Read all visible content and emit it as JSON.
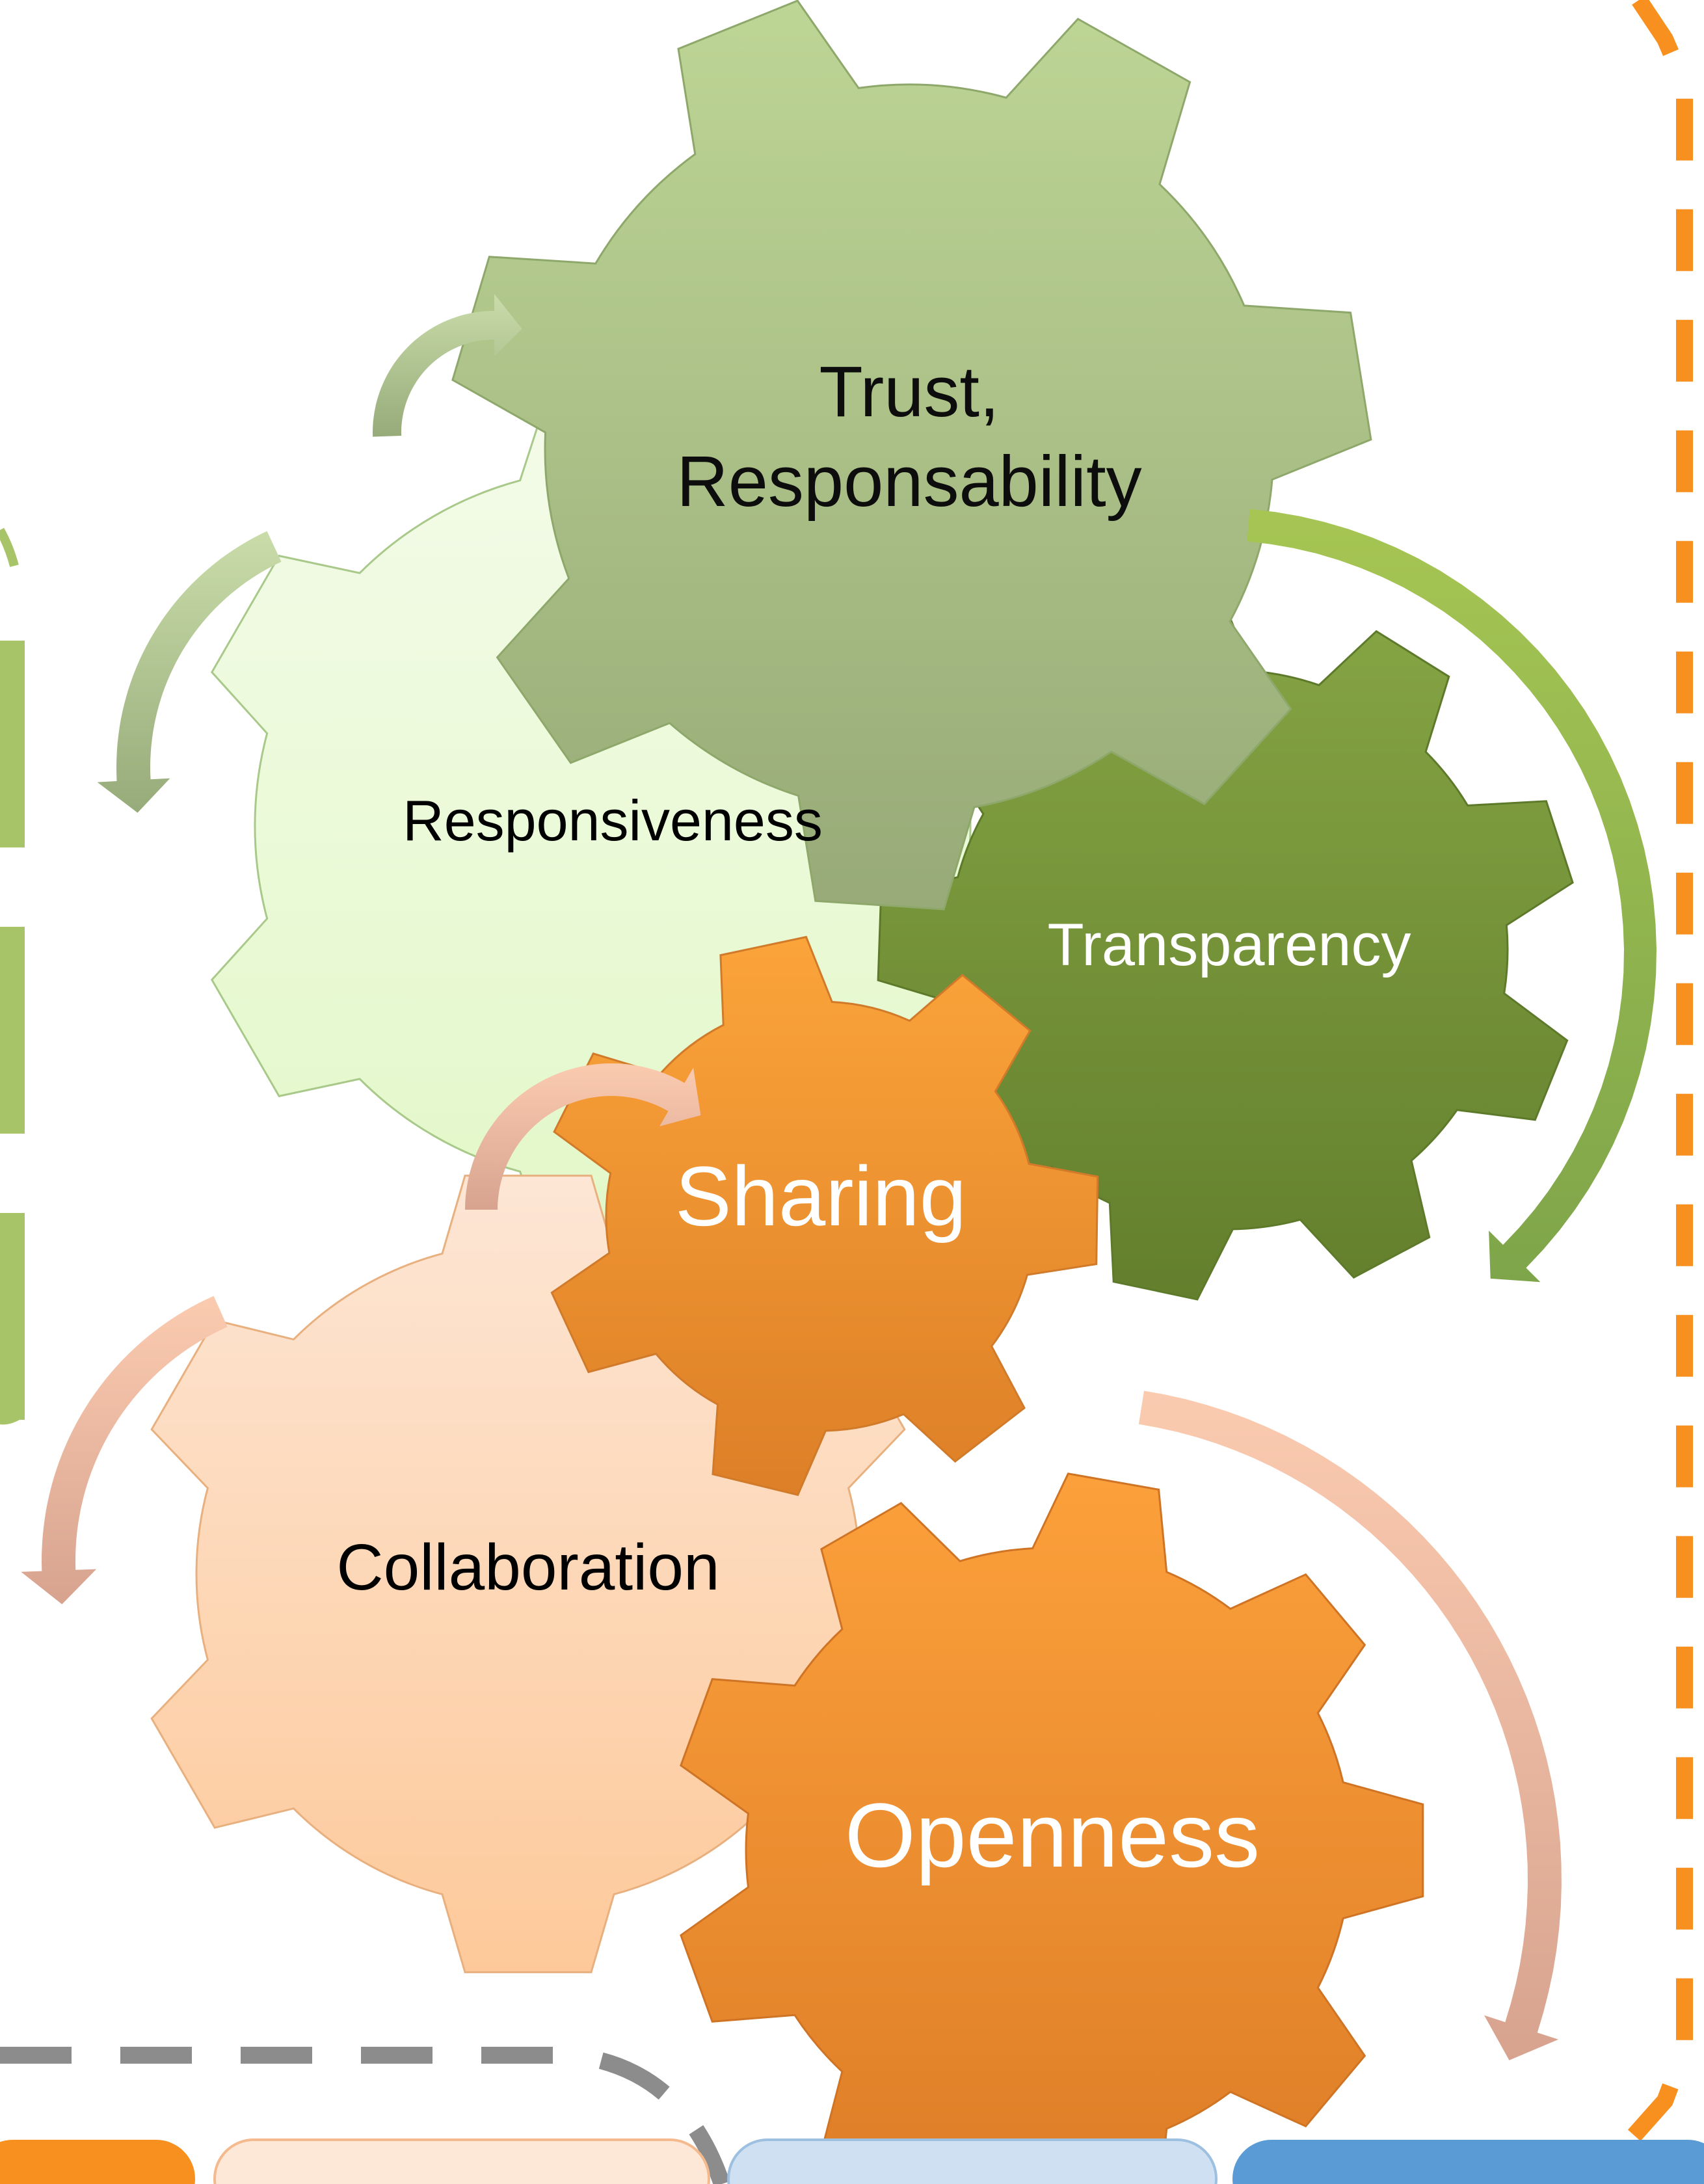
{
  "gears": [
    {
      "id": "trust",
      "lines": [
        "Trust,",
        "Responsability"
      ],
      "text_color": "#0d0d0d",
      "fill_top": "#bdd595",
      "fill_bottom": "#97aa78",
      "stroke": "#8ea86b",
      "teeth": 7
    },
    {
      "id": "responsiveness",
      "lines": [
        "Responsiveness"
      ],
      "text_color": "#000000",
      "fill_top": "#f4fbe9",
      "fill_bottom": "#e2f8c8",
      "stroke": "#a9c98a",
      "teeth": 6
    },
    {
      "id": "transparency",
      "lines": [
        "Transparency"
      ],
      "text_color": "#ffffff",
      "fill_top": "#86a544",
      "fill_bottom": "#637f2d",
      "stroke": "#5d7a2b",
      "teeth": 9
    },
    {
      "id": "sharing",
      "lines": [
        "Sharing"
      ],
      "text_color": "#ffffff",
      "fill_top": "#fba43a",
      "fill_bottom": "#dd7f27",
      "stroke": "#d07a2a",
      "teeth": 7
    },
    {
      "id": "collaboration",
      "lines": [
        "Collaboration"
      ],
      "text_color": "#000000",
      "fill_top": "#fde6d5",
      "fill_bottom": "#fdc99a",
      "stroke": "#e9b07f",
      "teeth": 6
    },
    {
      "id": "openness",
      "lines": [
        "Openness"
      ],
      "text_color": "#ffffff",
      "fill_top": "#fca03b",
      "fill_bottom": "#dc7c26",
      "stroke": "#cf7424",
      "teeth": 9
    }
  ],
  "colors": {
    "green_arrow": "#9dc05a",
    "green_arrow_light": "#c9dcaa",
    "peach_arrow": "#fbc9aa",
    "peach_arrow_dark": "#d9a590",
    "orange_dash": "#f7901e",
    "gray_dash": "#8c8c8c",
    "left_green_bars": "#a8c468",
    "bottom_orange": "#f7901e",
    "bottom_peach": "#fde8d8",
    "bottom_lightblue": "#cfe0f2",
    "bottom_blue": "#5b9bd5"
  }
}
